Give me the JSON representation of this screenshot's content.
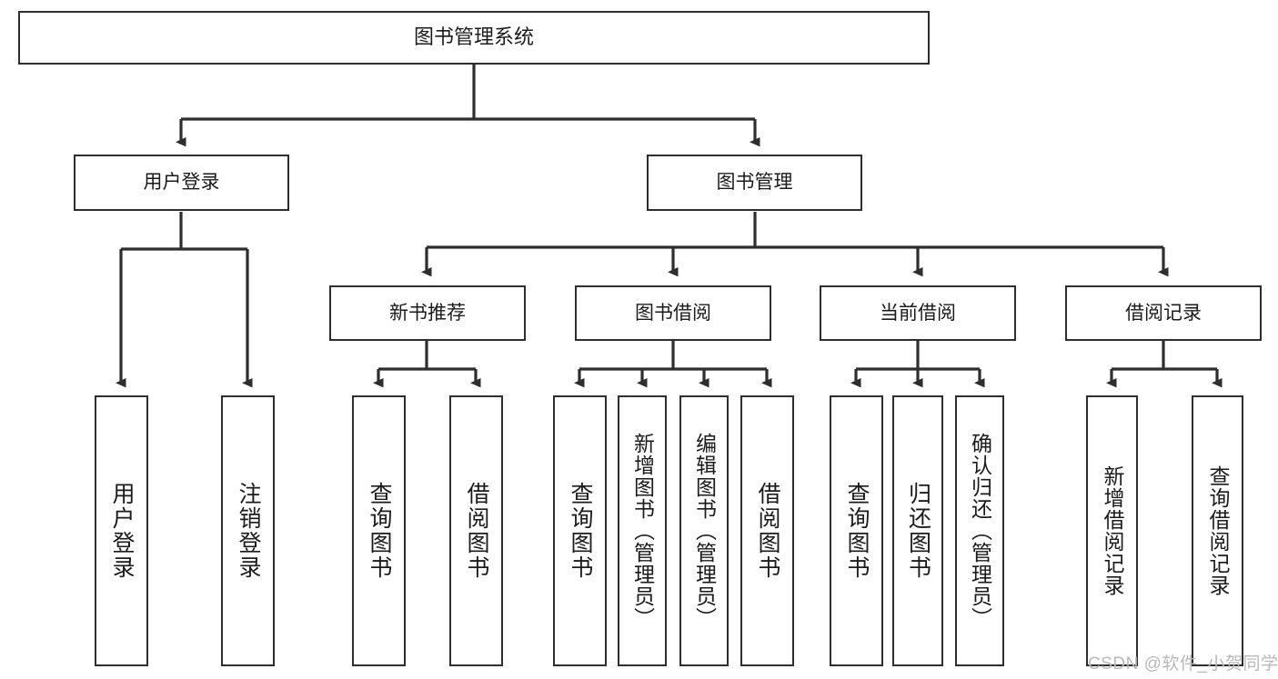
{
  "diagram": {
    "type": "hierarchy-tree",
    "title": "图书管理系统",
    "watermark": "CSDN @软件_小贺同学",
    "colors": {
      "box_border": "#2e2e2e",
      "box_fill": "#ffffff",
      "connector": "#2e2e2e",
      "text": "#1b1b1b",
      "watermark": "#b9b9b9",
      "background": "#ffffff"
    },
    "nodes": {
      "root": {
        "label": "图书管理系统"
      },
      "level2": [
        {
          "id": "user-login",
          "label": "用户登录"
        },
        {
          "id": "book-manage",
          "label": "图书管理"
        }
      ],
      "level3": [
        {
          "id": "new-book-recommend",
          "label": "新书推荐"
        },
        {
          "id": "book-borrow",
          "label": "图书借阅"
        },
        {
          "id": "current-borrow",
          "label": "当前借阅"
        },
        {
          "id": "borrow-record",
          "label": "借阅记录"
        }
      ],
      "leaves": {
        "user-login": [
          {
            "id": "leaf-user-login",
            "label": "用户登录"
          },
          {
            "id": "leaf-logout",
            "label": "注销登录"
          }
        ],
        "new-book-recommend": [
          {
            "id": "leaf-query-book-1",
            "label": "查询图书"
          },
          {
            "id": "leaf-borrow-book-1",
            "label": "借阅图书"
          }
        ],
        "book-borrow": [
          {
            "id": "leaf-query-book-2",
            "label": "查询图书"
          },
          {
            "id": "leaf-add-book",
            "label": "新增图书（管理员）"
          },
          {
            "id": "leaf-edit-book",
            "label": "编辑图书（管理员）"
          },
          {
            "id": "leaf-borrow-book-2",
            "label": "借阅图书"
          }
        ],
        "current-borrow": [
          {
            "id": "leaf-query-book-3",
            "label": "查询图书"
          },
          {
            "id": "leaf-return-book",
            "label": "归还图书"
          },
          {
            "id": "leaf-confirm-return",
            "label": "确认归还（管理员）"
          }
        ],
        "borrow-record": [
          {
            "id": "leaf-add-record",
            "label": "新增借阅记录"
          },
          {
            "id": "leaf-query-record",
            "label": "查询借阅记录"
          }
        ]
      }
    }
  }
}
